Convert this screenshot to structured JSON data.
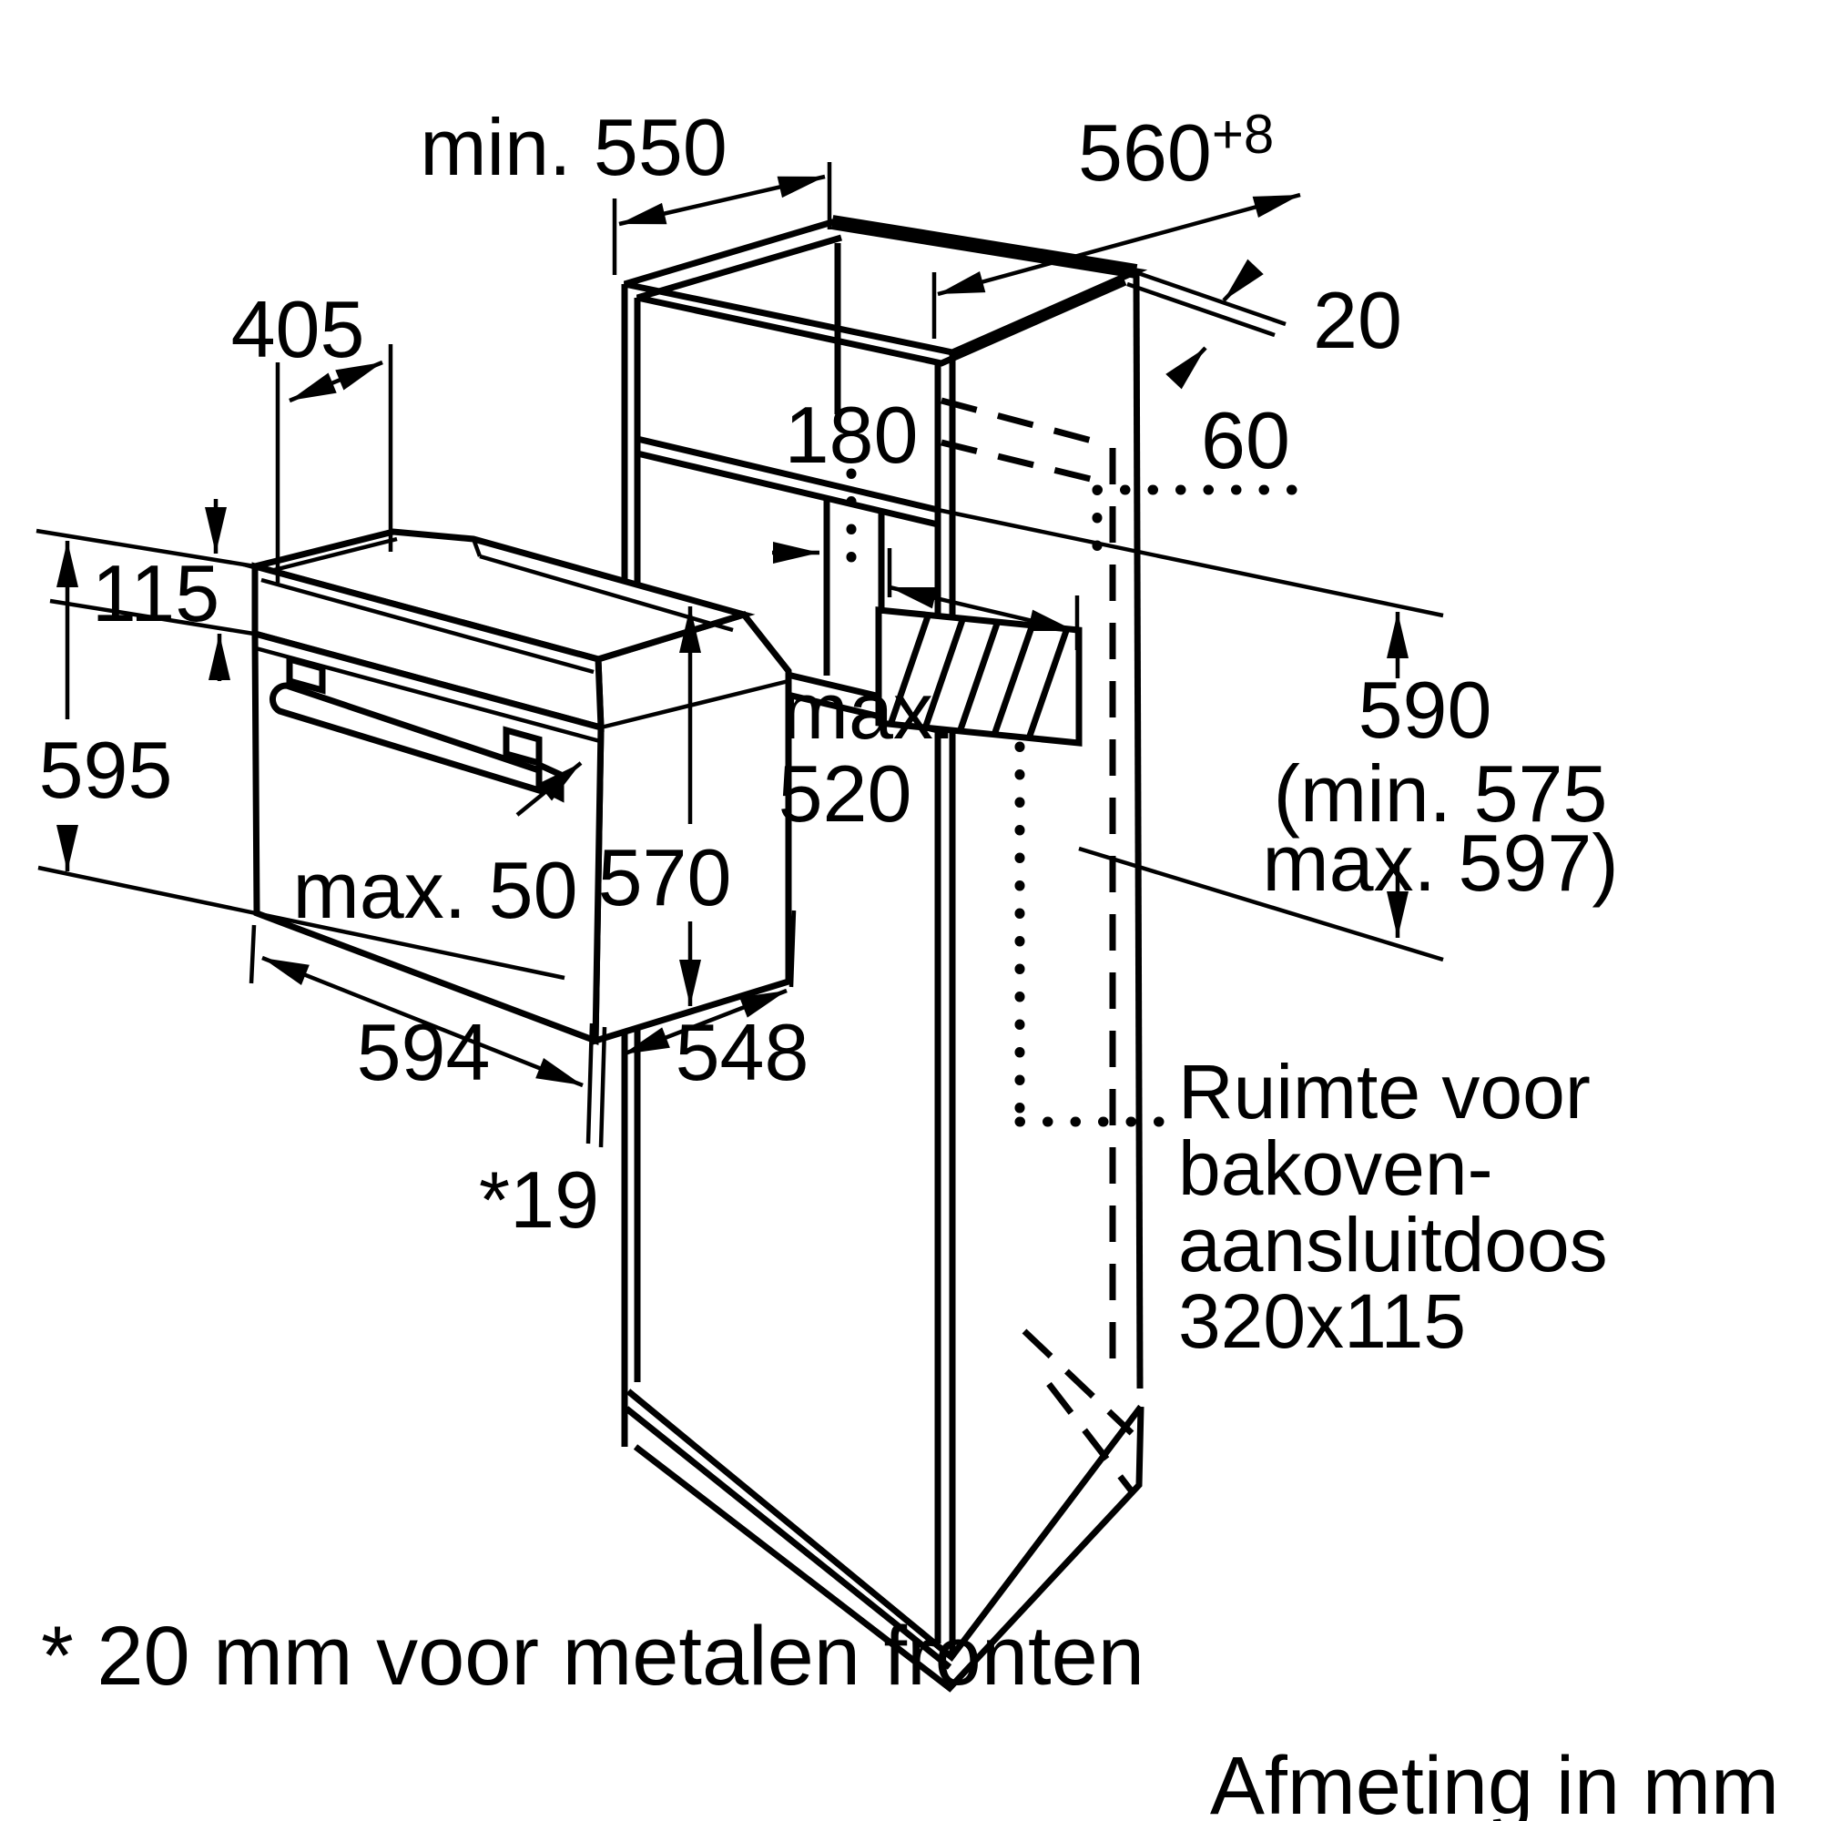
{
  "meta": {
    "type": "oven-installation-dimension-diagram",
    "ink_color": "#000000",
    "paper_color": "#ffffff",
    "units_note": "Afmeting in mm",
    "footnote": "* 20 mm voor metalen fronten"
  },
  "labels": {
    "niche_depth_top": "min. 550",
    "niche_width": "560",
    "niche_width_tolerance": "+8",
    "side_wall_thickness": "20",
    "oven_top_recess_depth": "405",
    "rear_shelf_gap": "180",
    "rear_clearance": "60",
    "control_panel_height": "115",
    "oven_front_height": "595",
    "handle_clearance": "max. 50",
    "oven_body_height": "570",
    "max_depth_line1": "max.",
    "max_depth_line2": "520",
    "oven_front_width": "594",
    "oven_body_width": "548",
    "front_gap": "*19",
    "niche_height_line1": "590",
    "niche_height_line2": "(min. 575",
    "niche_height_line3": "max. 597)",
    "connection_box_line1": "Ruimte voor",
    "connection_box_line2": "bakoven-",
    "connection_box_line3": "aansluitdoos",
    "connection_box_line4": "320x115"
  }
}
